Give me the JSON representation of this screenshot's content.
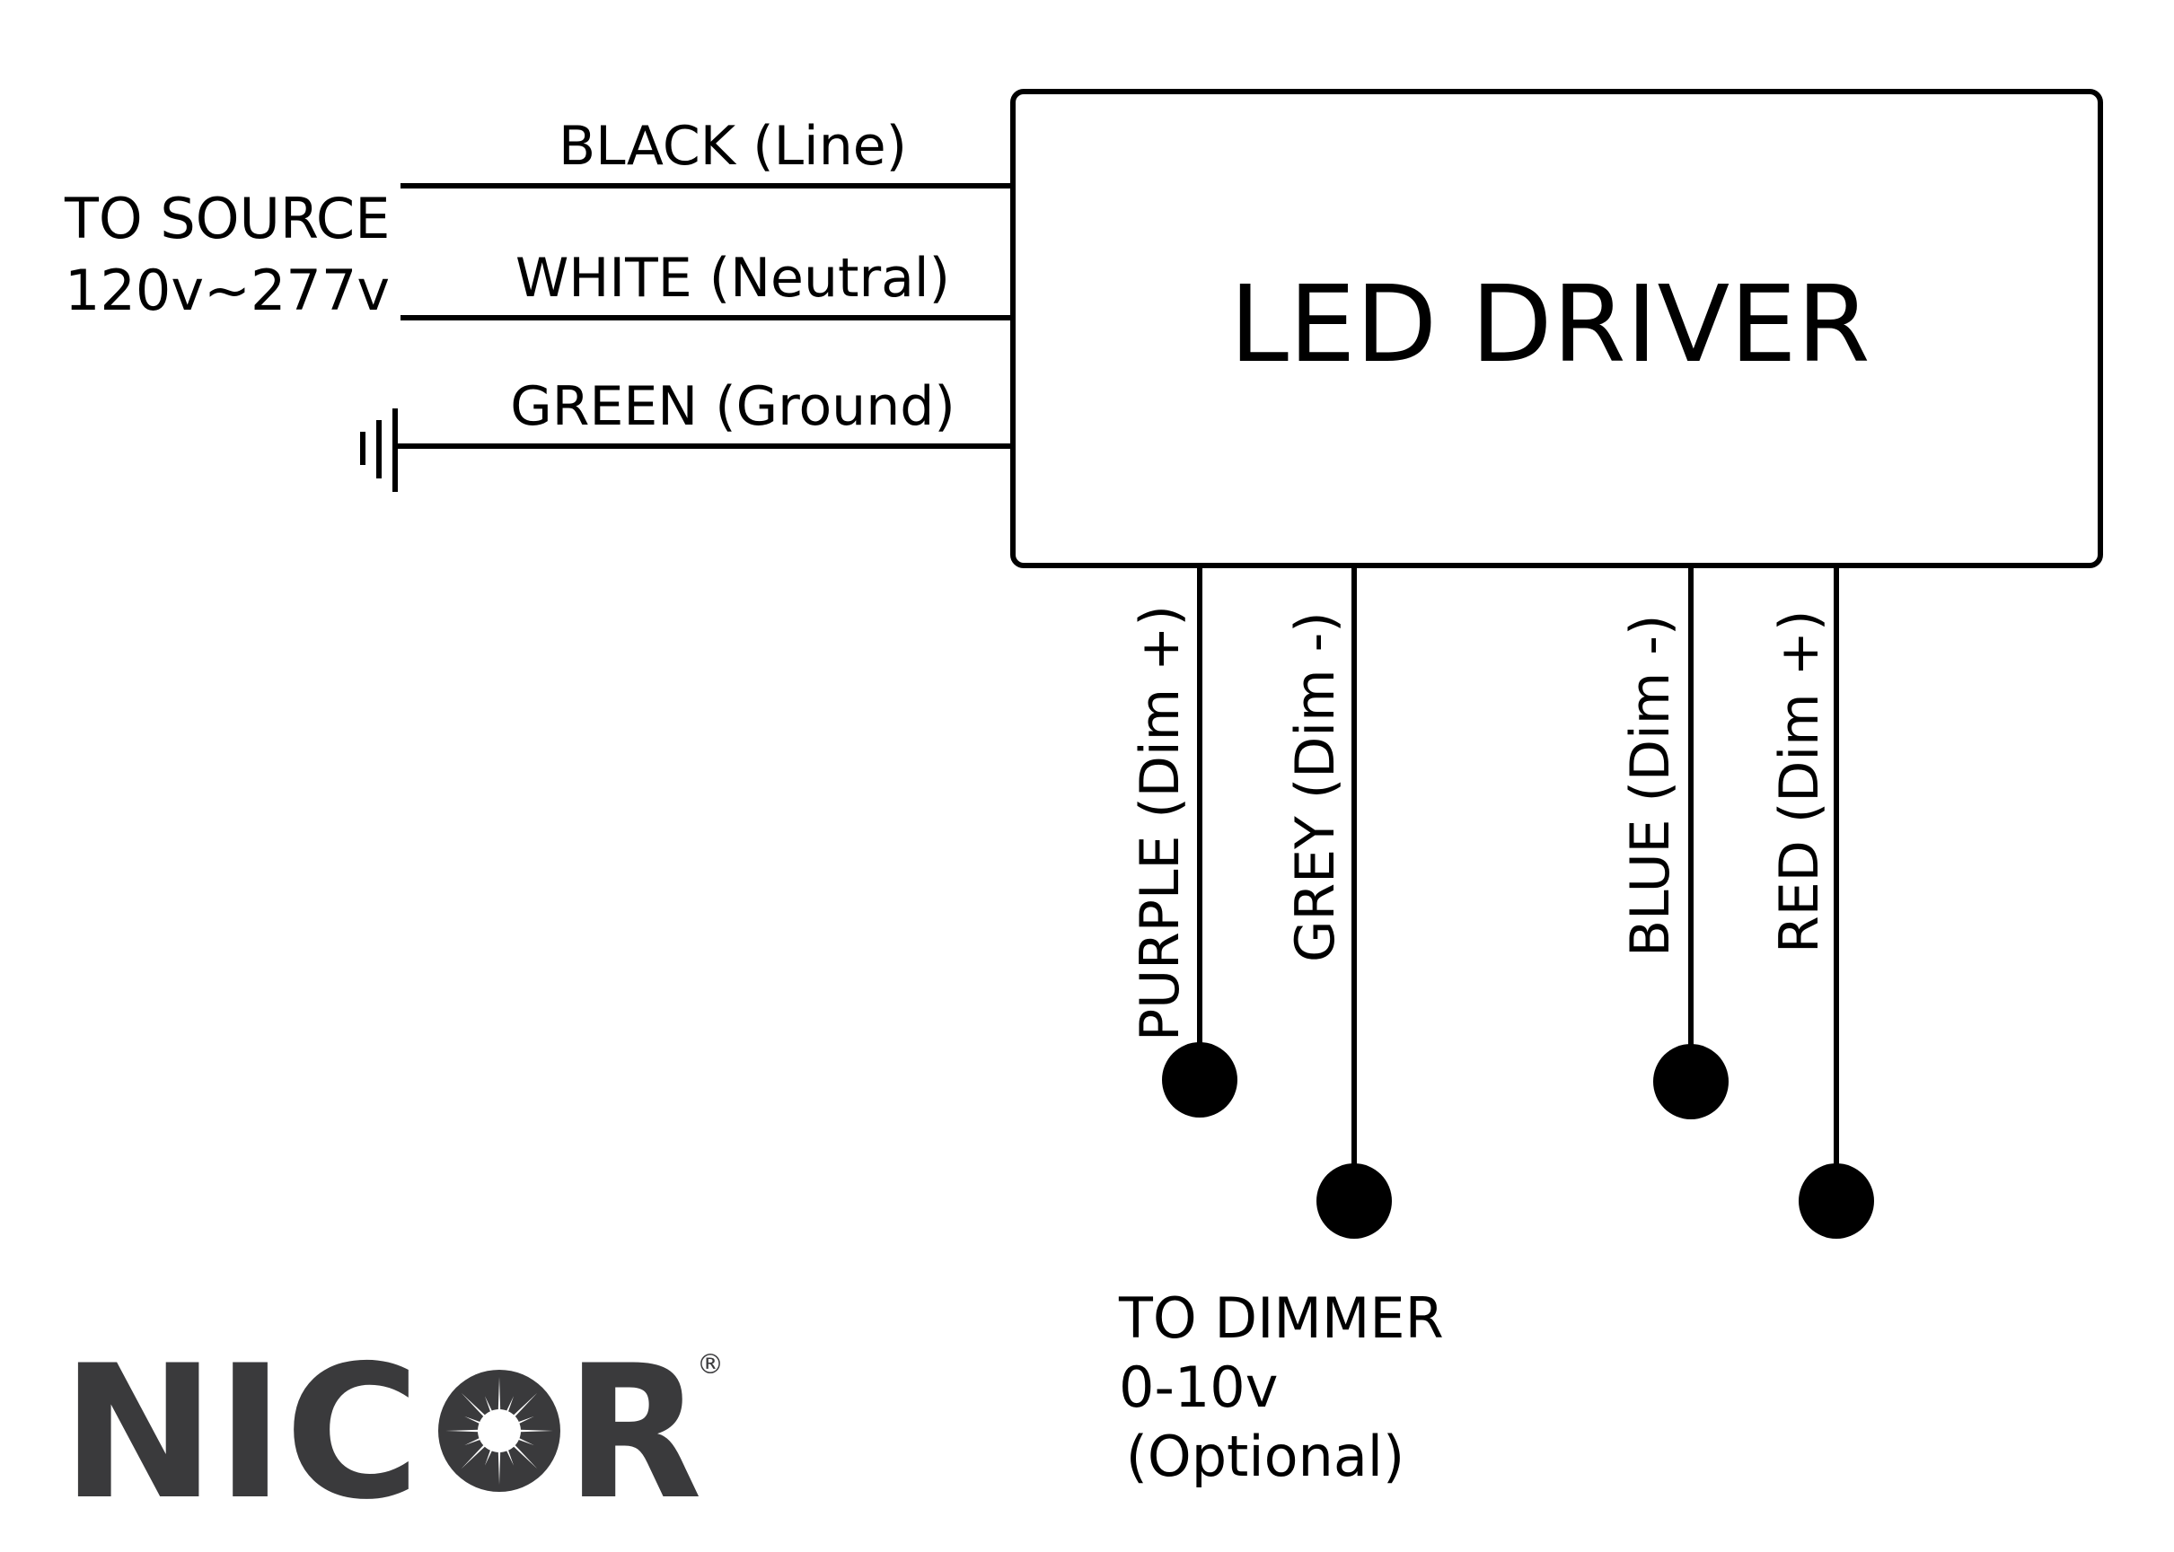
{
  "driver": {
    "title": "LED DRIVER"
  },
  "source": {
    "line1": "TO SOURCE",
    "line2": "120v~277v"
  },
  "input_wires": [
    {
      "label": "BLACK (Line)"
    },
    {
      "label": "WHITE (Neutral)"
    },
    {
      "label": "GREEN (Ground)"
    }
  ],
  "output_wires": [
    {
      "label": "PURPLE (Dim +)"
    },
    {
      "label": "GREY (Dim -)"
    },
    {
      "label": "BLUE (Dim -)"
    },
    {
      "label": "RED (Dim +)"
    }
  ],
  "dimmer": {
    "line1": "TO DIMMER",
    "line2": "0-10v",
    "line3": " (Optional)"
  },
  "logo": {
    "part1": "NIC",
    "part2": "R",
    "registered": "®",
    "color": "#3a3a3c",
    "icon": "starburst-icon"
  },
  "colors": {
    "line": "#000000",
    "background": "#ffffff"
  }
}
